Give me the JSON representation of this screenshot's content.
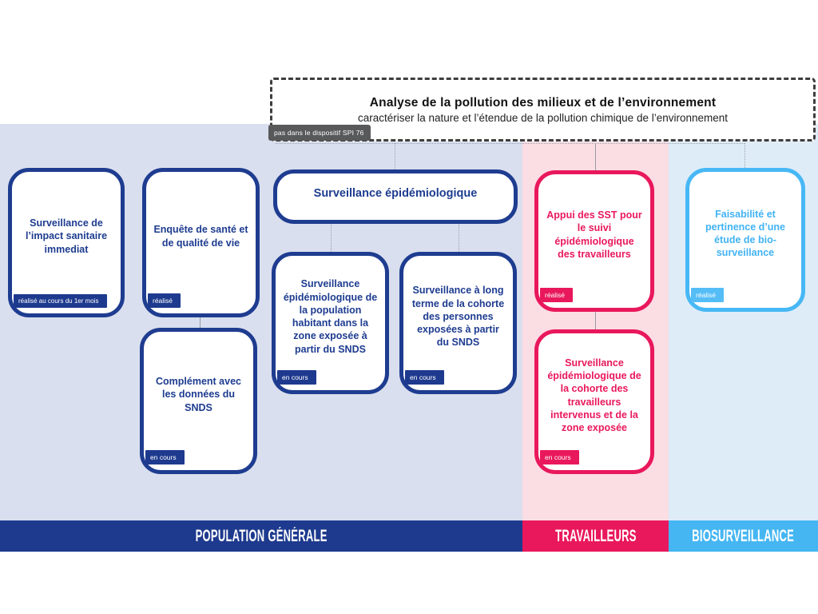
{
  "header": {
    "title": "Analyse de la pollution des milieux et de l’environnement",
    "subtitle": "caractériser la nature et l’étendue de la pollution chimique de l’environnement",
    "tag": "pas dans le dispositif SPI 76"
  },
  "boxes": [
    {
      "id": "surveillance-impact",
      "text": "Surveillance de l’impact sanitaire immediat",
      "badge": "réalisé au cours du 1er mois",
      "theme": "navy"
    },
    {
      "id": "enquete-sante",
      "text": "Enquête de santé et de qualité de vie",
      "badge": "réalisé",
      "theme": "navy"
    },
    {
      "id": "complement-snds",
      "text": "Complément avec les données du SNDS",
      "badge": "en cours",
      "theme": "navy"
    },
    {
      "id": "surveillance-epidemiologique",
      "text": "Surveillance épidémiologique",
      "badge": null,
      "theme": "navy"
    },
    {
      "id": "surveillance-population-snds",
      "text": "Surveillance épidémiologique de la population habitant dans la zone exposée à partir du SNDS",
      "badge": "en cours",
      "theme": "navy"
    },
    {
      "id": "surveillance-long-terme",
      "text": "Surveillance à long terme de la cohorte des personnes exposées à partir du SNDS",
      "badge": "en cours",
      "theme": "navy"
    },
    {
      "id": "appui-sst",
      "text": "Appui des SST pour le suivi épidémiologique des travailleurs",
      "badge": "réalisé",
      "theme": "pink"
    },
    {
      "id": "surveillance-cohorte-travailleurs",
      "text": "Surveillance épidémiologique de la cohorte des travailleurs intervenus et de la zone exposée",
      "badge": "en cours",
      "theme": "pink"
    },
    {
      "id": "faisabilite-biosurveillance",
      "text": "Faisabilité et pertinence d’une étude de bio-surveillance",
      "badge": "réalisé",
      "theme": "blue"
    }
  ],
  "bands": [
    {
      "id": "population-generale",
      "label": "POPULATION GÉNÉRALE"
    },
    {
      "id": "travailleurs",
      "label": "TRAVAILLEURS"
    },
    {
      "id": "biosurveillance",
      "label": "BIOSURVEILLANCE"
    }
  ],
  "colors": {
    "navy": "#1e3a8e",
    "pink": "#e9185c",
    "light_blue": "#45b6f2",
    "column_bg_navy": "#d9dfee",
    "column_bg_pink": "#fbdde4",
    "column_bg_blue": "#deecf8",
    "tag_gray": "#58595b"
  }
}
